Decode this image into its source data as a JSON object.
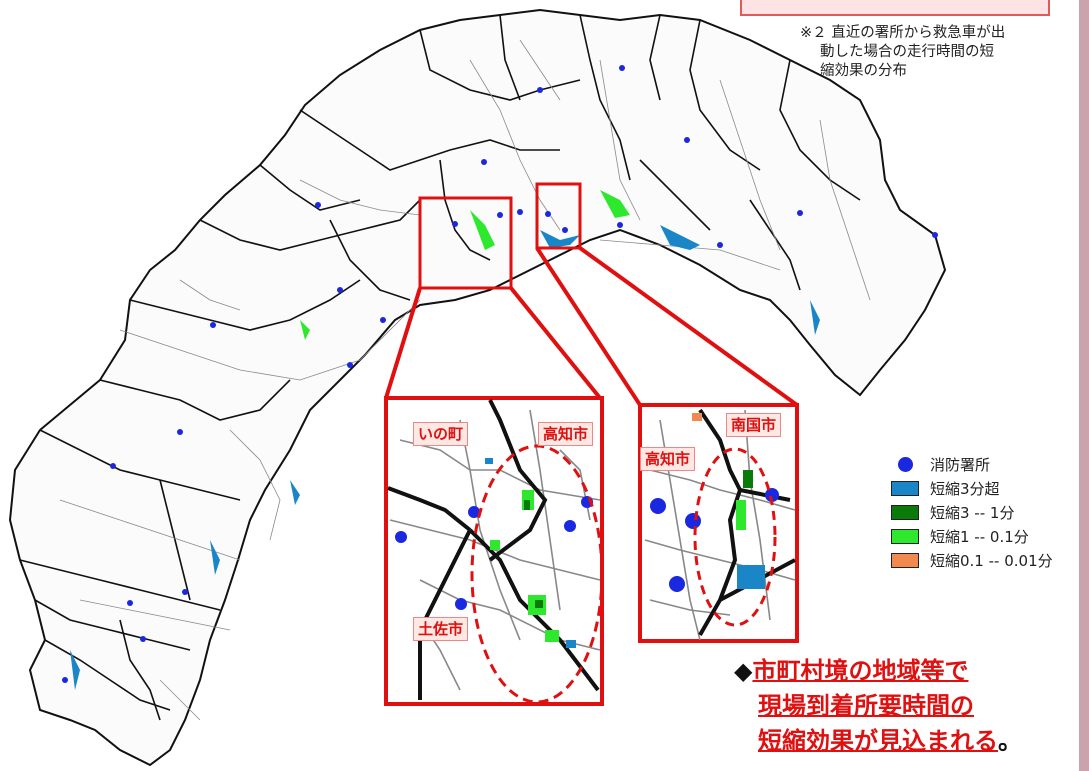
{
  "header": {
    "note_mark": "※２",
    "note_lines": [
      "直近の署所から救急車が出",
      "動した場合の走行時間の短",
      "縮効果の分布"
    ]
  },
  "map": {
    "labels": {
      "ino": "いの町",
      "kochi_left": "高知市",
      "tosa": "土佐市",
      "kochi_right": "高知市",
      "nankoku": "南国市"
    }
  },
  "legend": {
    "items": [
      {
        "label": "消防署所",
        "symbol": "dot",
        "color": "#1a28e0"
      },
      {
        "label": "短縮3分超",
        "symbol": "box",
        "color": "#1a86c8"
      },
      {
        "label": "短縮3 -- 1分",
        "symbol": "box",
        "color": "#0a7a0a"
      },
      {
        "label": "短縮1 -- 0.1分",
        "symbol": "box",
        "color": "#2ee82e"
      },
      {
        "label": "短縮0.1 -- 0.01分",
        "symbol": "box",
        "color": "#f08a50"
      }
    ]
  },
  "callout": {
    "bullet": "◆",
    "line1": "市町村境の地域等で",
    "line2": "現場到着所要時間の",
    "line3": "短縮効果が見込まれる",
    "period": "。"
  },
  "colors": {
    "highlight_red": "#e01010",
    "station_blue": "#1a28e0",
    "boundary": "#111111",
    "road": "#8a8a8a"
  }
}
